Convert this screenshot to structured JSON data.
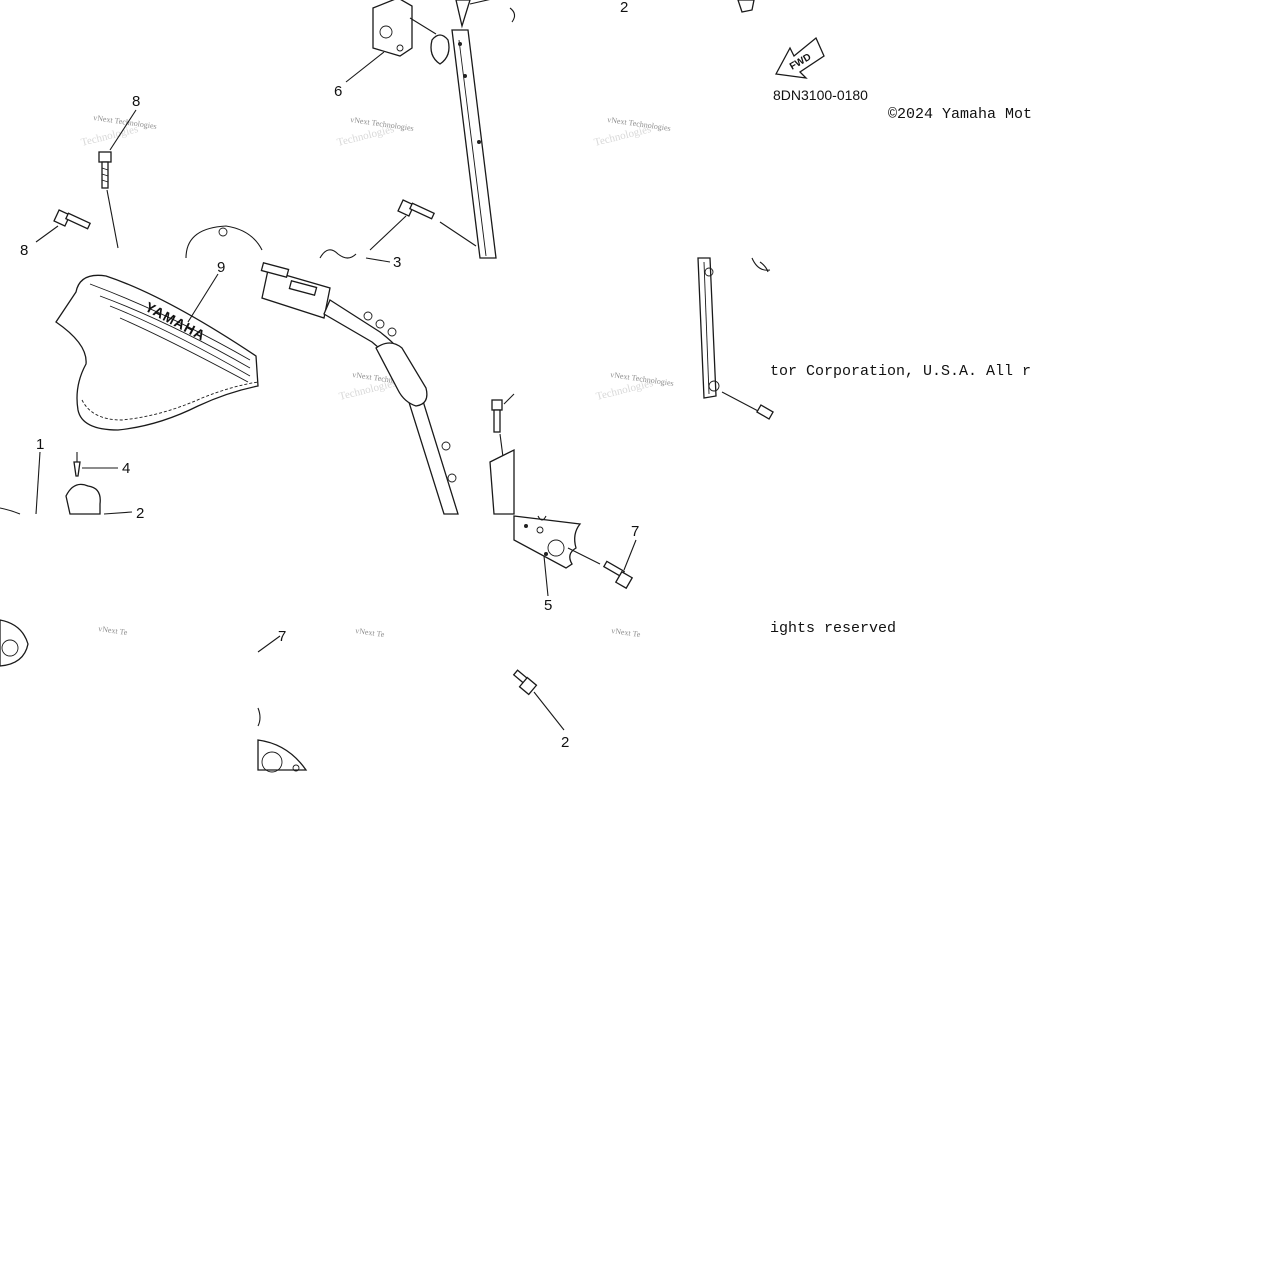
{
  "diagram": {
    "part_code": "8DN3100-0180",
    "copyright_lines": [
      "©2024 Yamaha Mot",
      "tor Corporation, U.S.A. All r",
      "ights reserved"
    ],
    "direction_label": "FWD",
    "seat_brand_text": "YAMAHA",
    "watermark": {
      "line1": "vNext Technologies",
      "line2": "Technologies",
      "partial": "vNext Te"
    },
    "callouts": {
      "c2_top": "2",
      "c6": "6",
      "c8_top": "8",
      "c8_left": "8",
      "c3": "3",
      "c9": "9",
      "c1": "1",
      "c4": "4",
      "c2_mid": "2",
      "c7_right": "7",
      "c5": "5",
      "c7_left": "7",
      "c2_bottom": "2"
    }
  }
}
